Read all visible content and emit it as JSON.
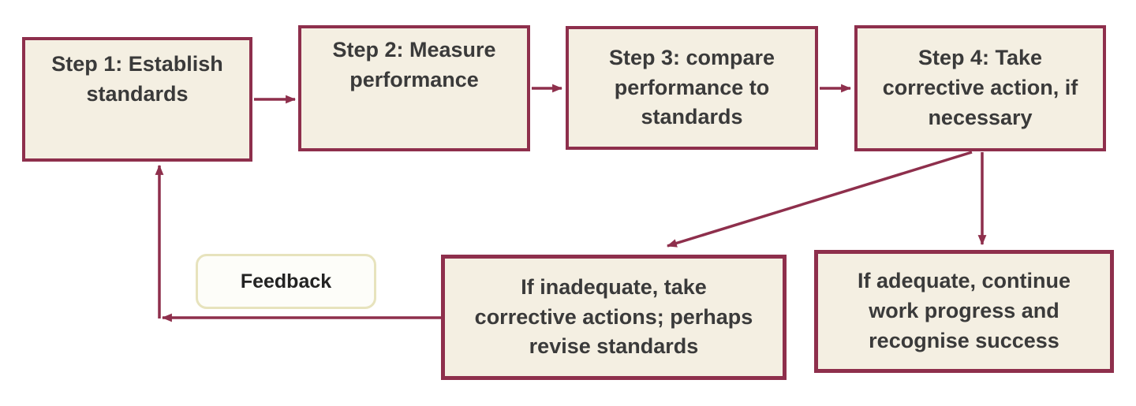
{
  "diagram": {
    "type": "flowchart",
    "subject": "control-process-steps",
    "boxes": [
      {
        "id": "step1",
        "label": "Step 1: Establish\nstandards"
      },
      {
        "id": "step2",
        "label": "Step 2: Measure\nperformance"
      },
      {
        "id": "step3",
        "label": "Step 3: compare\nperformance to\nstandards"
      },
      {
        "id": "step4",
        "label": "Step 4: Take\ncorrective action, if\nnecessary"
      },
      {
        "id": "if-inadequate",
        "label": "If inadequate, take\ncorrective actions; perhaps\nrevise standards"
      },
      {
        "id": "if-adequate",
        "label": "If adequate, continue\nwork progress and\nrecognise success"
      },
      {
        "id": "feedback",
        "label": "Feedback"
      }
    ],
    "connections": [
      {
        "from": "step1",
        "to": "step2",
        "style": "horizontal-arrow"
      },
      {
        "from": "step2",
        "to": "step3",
        "style": "horizontal-arrow"
      },
      {
        "from": "step3",
        "to": "step4",
        "style": "horizontal-arrow"
      },
      {
        "from": "step4",
        "to": "if-inadequate",
        "style": "diagonal-arrow"
      },
      {
        "from": "step4",
        "to": "if-adequate",
        "style": "vertical-arrow"
      },
      {
        "from": "if-inadequate",
        "to": "step1",
        "style": "elbow-arrow",
        "via_label": "Feedback"
      }
    ],
    "colors": {
      "box_border": "#8e2f4c",
      "box_fill": "#f4efe2",
      "box_text": "#3a3a3a",
      "arrow": "#8e2f4c",
      "feedback_border": "#e7e3bd",
      "feedback_fill": "#fdfdf9",
      "feedback_text": "#232323",
      "background": "#ffffff"
    }
  }
}
